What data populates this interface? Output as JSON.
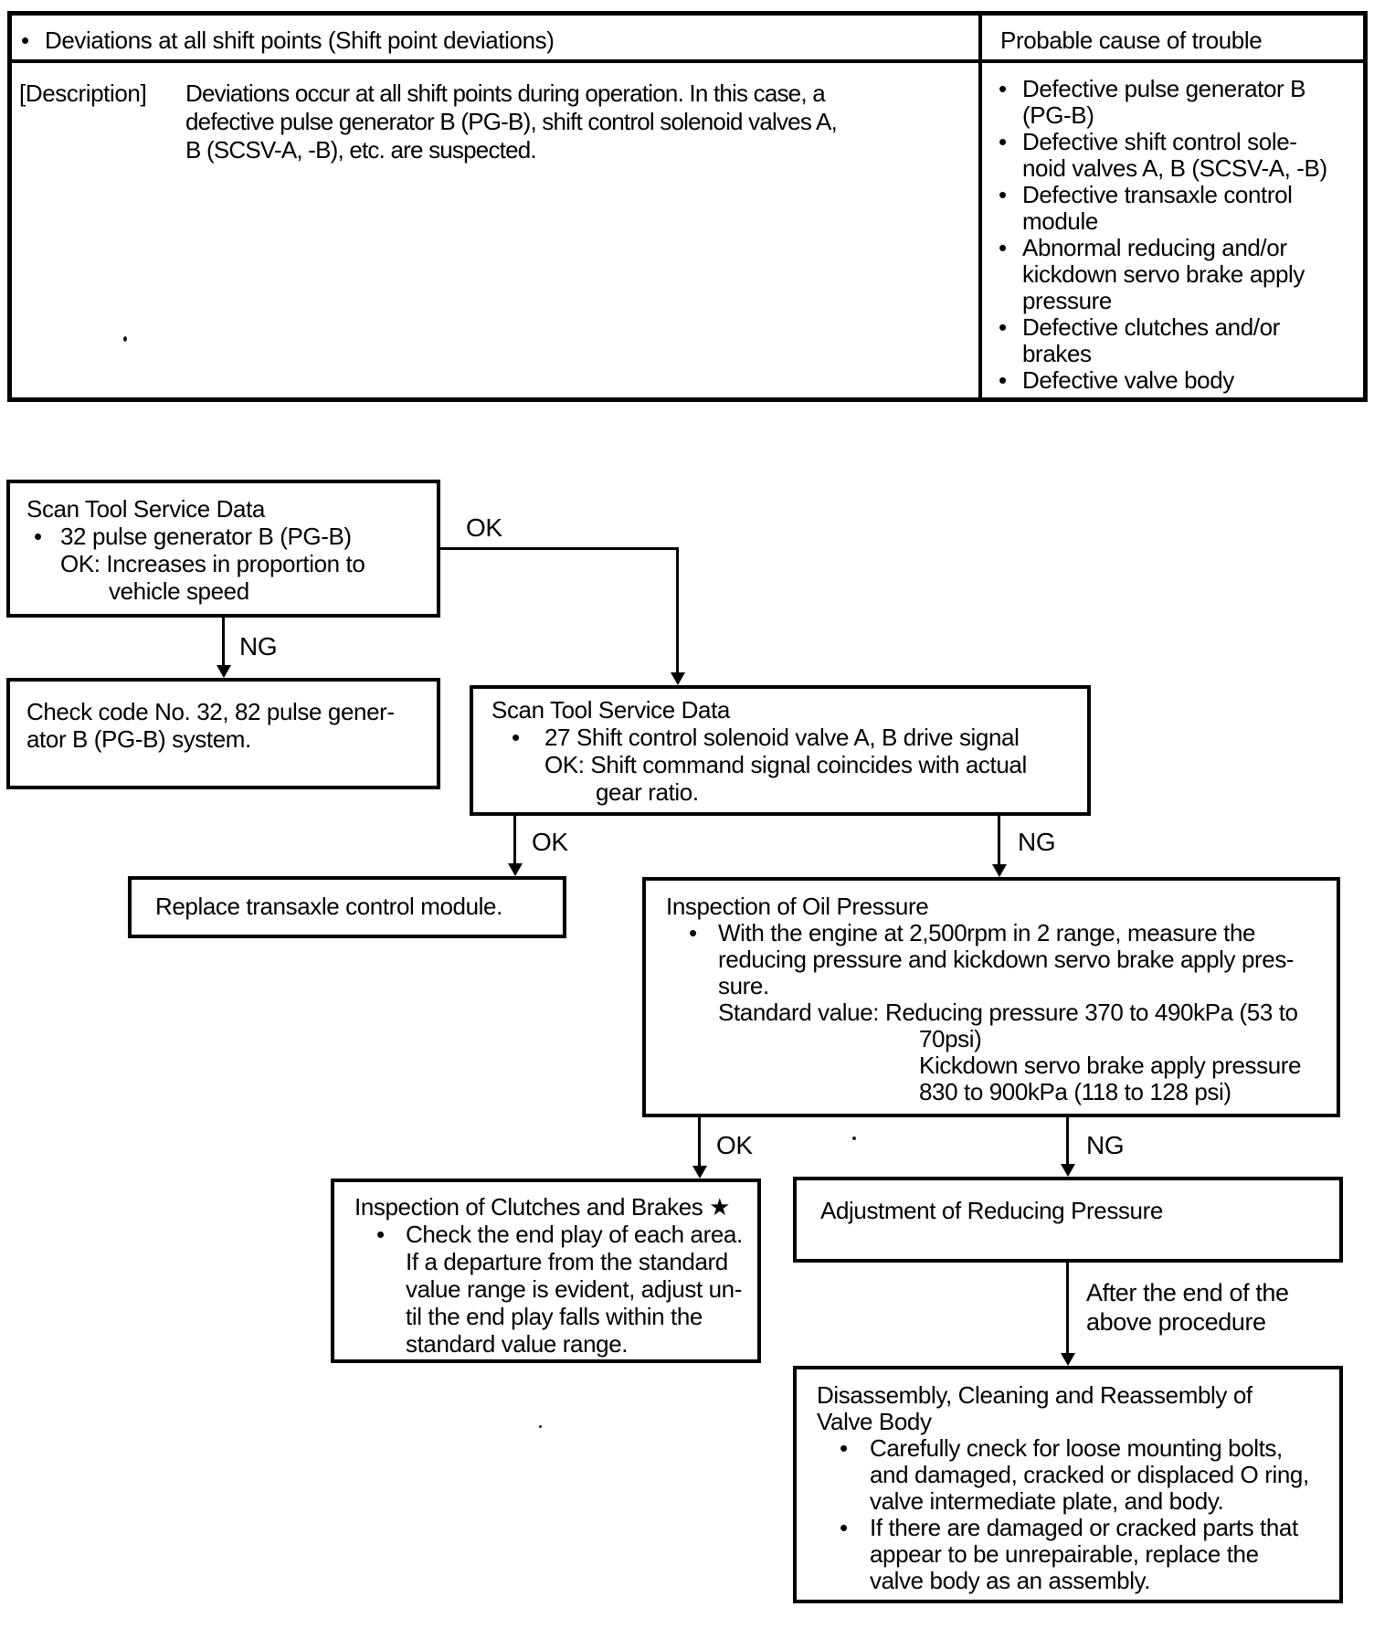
{
  "glyphs": {
    "bullet": "•"
  },
  "table": {
    "header": {
      "left": "Deviations at all shift points (Shift point deviations)",
      "right": "Probable cause of trouble"
    },
    "description_label": "[Description]",
    "description_lines": [
      "Deviations occur at all shift points during operation.  In this case, a",
      "defective pulse generator B (PG-B), shift control solenoid valves A,",
      "B (SCSV-A, -B), etc. are suspected."
    ],
    "causes": [
      {
        "lines": [
          "Defective pulse generator B",
          "(PG-B)"
        ]
      },
      {
        "lines": [
          "Defective shift control sole-",
          "noid valves A, B (SCSV-A, -B)"
        ]
      },
      {
        "lines": [
          "Defective transaxle control",
          "module"
        ]
      },
      {
        "lines": [
          "Abnormal reducing and/or",
          "kickdown servo brake apply",
          "pressure"
        ]
      },
      {
        "lines": [
          "Defective clutches and/or",
          "brakes"
        ]
      },
      {
        "lines": [
          "Defective valve body"
        ]
      }
    ]
  },
  "flow": {
    "labels": {
      "ok": "OK",
      "ng": "NG"
    },
    "after_label": [
      "After the end of the",
      "above procedure"
    ],
    "scan_tool_1": {
      "title": "Scan Tool Service Data",
      "item": "32 pulse generator B (PG-B)",
      "ok_line1": "OK: Increases in proportion to",
      "ok_line2": "vehicle speed"
    },
    "check_code": {
      "lines": [
        "Check code No. 32, 82 pulse gener-",
        "ator B (PG-B) system."
      ]
    },
    "scan_tool_2": {
      "title": "Scan Tool Service Data",
      "item": "27  Shift control solenoid valve A, B drive signal",
      "ok_line1": "OK: Shift command signal coincides with actual",
      "ok_line2": "gear ratio."
    },
    "replace_module": "Replace transaxle control module.",
    "oil_pressure": {
      "title": "Inspection of Oil Pressure",
      "item1": "With the engine at 2,500rpm in 2 range, measure the",
      "item1b": "reducing pressure and kickdown servo brake apply pres-",
      "item1c": "sure.",
      "std1": "Standard value: Reducing pressure 370 to 490kPa (53 to",
      "std2": "70psi)",
      "std3": "Kickdown servo brake apply pressure",
      "std4": "830 to 900kPa (118 to 128 psi)"
    },
    "clutches": {
      "title": "Inspection of Clutches and Brakes ★",
      "item1": "Check the end play of each area.",
      "item1b": "If a departure from the standard",
      "item1c": "value range is evident, adjust un-",
      "item1d": "til the end play falls within the",
      "item1e": "standard value range."
    },
    "adjustment": "Adjustment of Reducing Pressure",
    "valve_body": {
      "title1": "Disassembly, Cleaning and Reassembly of",
      "title2": "Valve Body",
      "item1": "Carefully cneck for loose mounting bolts,",
      "item1b": "and damaged, cracked or displaced O ring,",
      "item1c": "valve intermediate plate, and body.",
      "item2": "If there are damaged or cracked parts that",
      "item2b": "appear to be unrepairable, replace the",
      "item2c": "valve body as an assembly."
    }
  }
}
